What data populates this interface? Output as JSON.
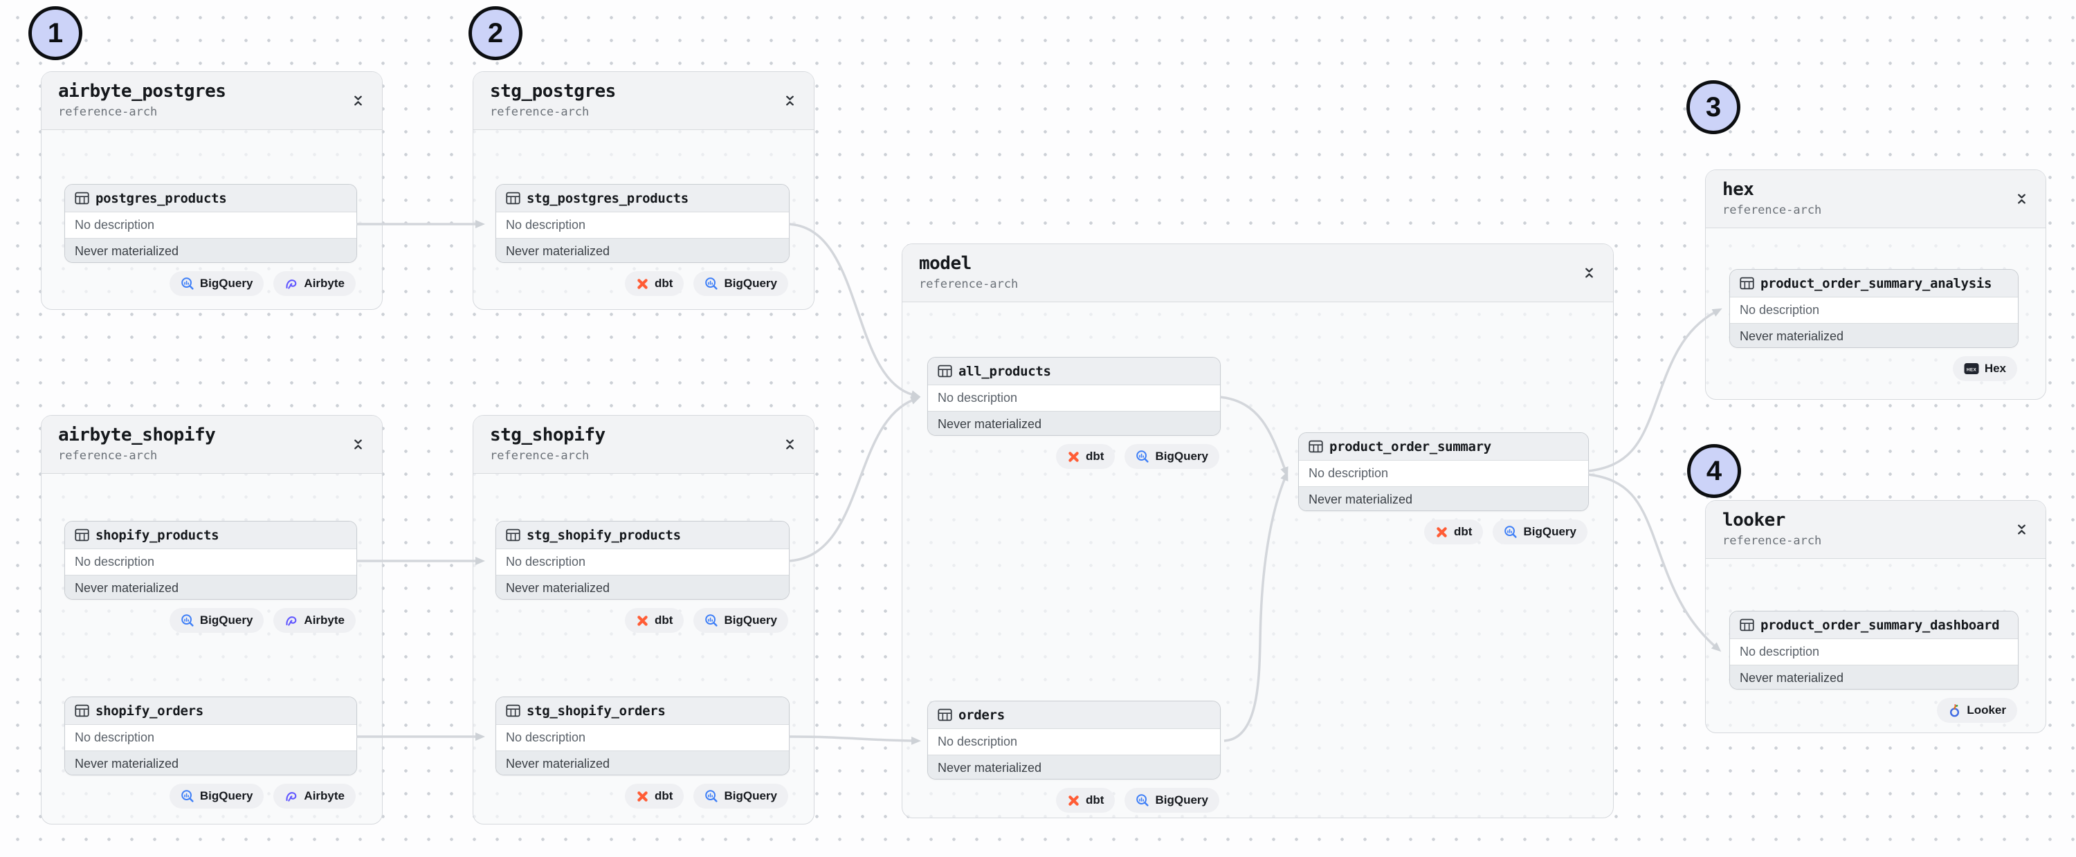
{
  "markers": [
    {
      "label": "1"
    },
    {
      "label": "2"
    },
    {
      "label": "3"
    },
    {
      "label": "4"
    }
  ],
  "groups": [
    {
      "title": "airbyte_postgres",
      "subtitle": "reference-arch",
      "assets": [
        {
          "name": "postgres_products",
          "description": "No description",
          "status": "Never materialized",
          "badges": [
            {
              "label": "BigQuery",
              "icon": "bigquery-icon"
            },
            {
              "label": "Airbyte",
              "icon": "airbyte-icon"
            }
          ]
        }
      ]
    },
    {
      "title": "stg_postgres",
      "subtitle": "reference-arch",
      "assets": [
        {
          "name": "stg_postgres_products",
          "description": "No description",
          "status": "Never materialized",
          "badges": [
            {
              "label": "dbt",
              "icon": "dbt-icon"
            },
            {
              "label": "BigQuery",
              "icon": "bigquery-icon"
            }
          ]
        }
      ]
    },
    {
      "title": "airbyte_shopify",
      "subtitle": "reference-arch",
      "assets": [
        {
          "name": "shopify_products",
          "description": "No description",
          "status": "Never materialized",
          "badges": [
            {
              "label": "BigQuery",
              "icon": "bigquery-icon"
            },
            {
              "label": "Airbyte",
              "icon": "airbyte-icon"
            }
          ]
        },
        {
          "name": "shopify_orders",
          "description": "No description",
          "status": "Never materialized",
          "badges": [
            {
              "label": "BigQuery",
              "icon": "bigquery-icon"
            },
            {
              "label": "Airbyte",
              "icon": "airbyte-icon"
            }
          ]
        }
      ]
    },
    {
      "title": "stg_shopify",
      "subtitle": "reference-arch",
      "assets": [
        {
          "name": "stg_shopify_products",
          "description": "No description",
          "status": "Never materialized",
          "badges": [
            {
              "label": "dbt",
              "icon": "dbt-icon"
            },
            {
              "label": "BigQuery",
              "icon": "bigquery-icon"
            }
          ]
        },
        {
          "name": "stg_shopify_orders",
          "description": "No description",
          "status": "Never materialized",
          "badges": [
            {
              "label": "dbt",
              "icon": "dbt-icon"
            },
            {
              "label": "BigQuery",
              "icon": "bigquery-icon"
            }
          ]
        }
      ]
    },
    {
      "title": "model",
      "subtitle": "reference-arch",
      "assets": [
        {
          "name": "all_products",
          "description": "No description",
          "status": "Never materialized",
          "badges": [
            {
              "label": "dbt",
              "icon": "dbt-icon"
            },
            {
              "label": "BigQuery",
              "icon": "bigquery-icon"
            }
          ]
        },
        {
          "name": "orders",
          "description": "No description",
          "status": "Never materialized",
          "badges": [
            {
              "label": "dbt",
              "icon": "dbt-icon"
            },
            {
              "label": "BigQuery",
              "icon": "bigquery-icon"
            }
          ]
        },
        {
          "name": "product_order_summary",
          "description": "No description",
          "status": "Never materialized",
          "badges": [
            {
              "label": "dbt",
              "icon": "dbt-icon"
            },
            {
              "label": "BigQuery",
              "icon": "bigquery-icon"
            }
          ]
        }
      ]
    },
    {
      "title": "hex",
      "subtitle": "reference-arch",
      "assets": [
        {
          "name": "product_order_summary_analysis",
          "description": "No description",
          "status": "Never materialized",
          "badges": [
            {
              "label": "Hex",
              "icon": "hex-icon"
            }
          ]
        }
      ]
    },
    {
      "title": "looker",
      "subtitle": "reference-arch",
      "assets": [
        {
          "name": "product_order_summary_dashboard",
          "description": "No description",
          "status": "Never materialized",
          "badges": [
            {
              "label": "Looker",
              "icon": "looker-icon"
            }
          ]
        }
      ]
    }
  ],
  "edges": [
    {
      "from": "postgres_products",
      "to": "stg_postgres_products"
    },
    {
      "from": "shopify_products",
      "to": "stg_shopify_products"
    },
    {
      "from": "shopify_orders",
      "to": "stg_shopify_orders"
    },
    {
      "from": "stg_postgres_products",
      "to": "all_products"
    },
    {
      "from": "stg_shopify_products",
      "to": "all_products"
    },
    {
      "from": "stg_shopify_orders",
      "to": "orders"
    },
    {
      "from": "all_products",
      "to": "product_order_summary"
    },
    {
      "from": "orders",
      "to": "product_order_summary"
    },
    {
      "from": "product_order_summary",
      "to": "product_order_summary_analysis"
    },
    {
      "from": "product_order_summary",
      "to": "product_order_summary_dashboard"
    }
  ],
  "colors": {
    "edge": "#d3d6db",
    "marker_fill": "#ccd3f8",
    "dbt": "#ff5c35",
    "bigquery": "#3d7ef7",
    "airbyte": "#6157ff",
    "hex": "#20242e",
    "looker": "#3f6ae3"
  }
}
